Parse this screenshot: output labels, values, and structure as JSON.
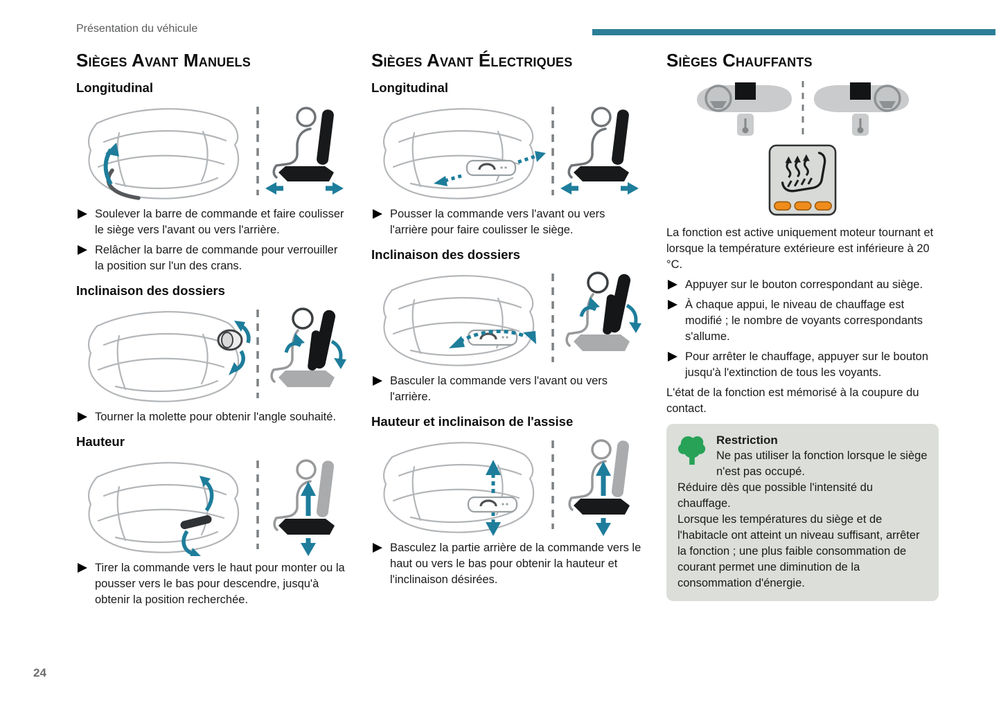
{
  "page": {
    "header": "Présentation du véhicule",
    "page_number": "24"
  },
  "colors": {
    "accent_bar": "#2B7E96",
    "arrow_teal": "#1E7D9B",
    "restriction_bg": "#DBDED9",
    "tree_green": "#27A257",
    "indicator_orange": "#EF8C1C"
  },
  "manual": {
    "title": "Sièges Avant Manuels",
    "sections": [
      {
        "heading": "Longitudinal",
        "diagram": "seat-slide-manual",
        "bullets": [
          "Soulever la barre de commande et faire coulisser le siège vers l'avant ou vers l'arrière.",
          "Relâcher la barre de commande pour verrouiller la position sur l'un des crans."
        ]
      },
      {
        "heading": "Inclinaison des dossiers",
        "diagram": "seat-recline-manual",
        "bullets": [
          "Tourner la molette pour obtenir l'angle souhaité."
        ]
      },
      {
        "heading": "Hauteur",
        "diagram": "seat-height-manual",
        "bullets": [
          "Tirer la commande vers le haut pour monter ou la pousser vers le bas pour descendre, jusqu'à obtenir la position recherchée."
        ]
      }
    ]
  },
  "electric": {
    "title": "Sièges Avant Électriques",
    "sections": [
      {
        "heading": "Longitudinal",
        "diagram": "seat-slide-electric",
        "bullets": [
          "Pousser la commande vers l'avant ou vers l'arrière pour faire coulisser le siège."
        ]
      },
      {
        "heading": "Inclinaison des dossiers",
        "diagram": "seat-recline-electric",
        "bullets": [
          "Basculer la commande vers l'avant ou vers l'arrière."
        ]
      },
      {
        "heading": "Hauteur et inclinaison de l'assise",
        "diagram": "seat-base-electric",
        "bullets": [
          "Basculez la partie arrière de la commande vers le haut ou vers le bas pour obtenir la hauteur et l'inclinaison désirées."
        ]
      }
    ]
  },
  "heated": {
    "title": "Sièges Chauffants",
    "intro": "La fonction est active uniquement moteur tournant et lorsque la température extérieure est inférieure à 20 °C.",
    "bullets": [
      "Appuyer sur le bouton correspondant au siège.",
      "À chaque appui, le niveau de chauffage est modifié ; le nombre de voyants correspondants s'allume.",
      "Pour arrêter le chauffage, appuyer sur le bouton jusqu'à l'extinction de tous les voyants."
    ],
    "outro": "L'état de la fonction est mémorisé à la coupure du contact.",
    "restriction": {
      "title": "Restriction",
      "text1": "Ne pas utiliser la fonction lorsque le siège n'est pas occupé.",
      "text2": "Réduire dès que possible l'intensité du chauffage.",
      "text3": "Lorsque les températures du siège et de l'habitacle ont atteint un niveau suffisant, arrêter la fonction ; une plus faible consommation de courant permet une diminution de la consommation d'énergie."
    }
  }
}
